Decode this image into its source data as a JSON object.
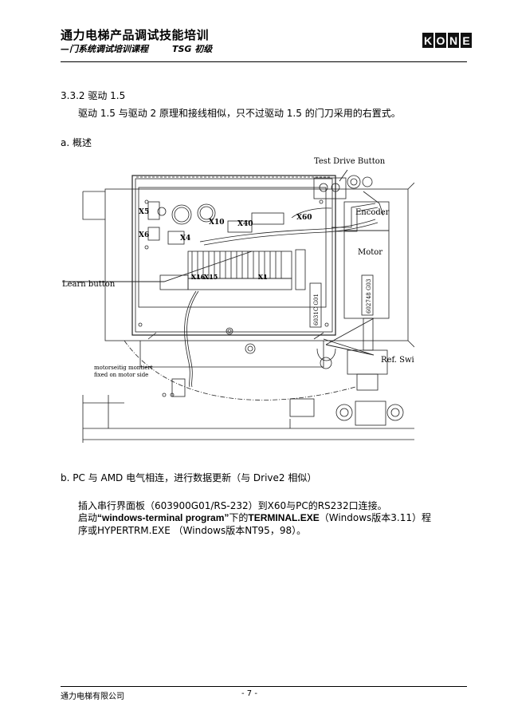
{
  "header": {
    "title": "通力电梯产品调试技能培训",
    "subtitle": "—门系统调试培训课程",
    "subtitle_tag": "TSG 初级",
    "logo_letters": [
      "K",
      "O",
      "N",
      "E"
    ]
  },
  "section": {
    "heading": "3.3.2  驱动 1.5",
    "intro": "驱动 1.5 与驱动 2 原理和接线相似，只不过驱动 1.5 的门刀采用的右置式。",
    "item_a": "a.  概述",
    "item_b": "b.  PC 与 AMD 电气相连，进行数据更新（与 Drive2 相似）"
  },
  "figure": {
    "labels": {
      "test_drive": "Test Drive Button",
      "encoder": "Encoder",
      "motor": "Motor",
      "learn": "Learn button",
      "ref_switch": "Ref. Switch",
      "x5": "X5",
      "x6": "X6",
      "x4": "X4",
      "x10": "X10",
      "x40": "X40",
      "x60": "X60",
      "x16": "X16",
      "x15": "X15",
      "x1": "X1",
      "part1": "6031C G01",
      "part2": "602748 G03",
      "note1": "motorseitig montiert",
      "note2": "fixed on motor side"
    }
  },
  "body": {
    "line1": "插入串行界面板（603900G01/RS-232）到X60与PC的RS232口连接。",
    "line2_pre": "启动",
    "line2_bold1": "“windows-terminal program”",
    "line2_mid": "下的",
    "line2_bold2": "TERMINAL.EXE",
    "line2_post": "（Windows版本3.11）程",
    "line3": "序或HYPERTRM.EXE （Windows版本NT95，98）。"
  },
  "footer": {
    "company": "通力电梯有限公司",
    "page": "- 7 -"
  }
}
